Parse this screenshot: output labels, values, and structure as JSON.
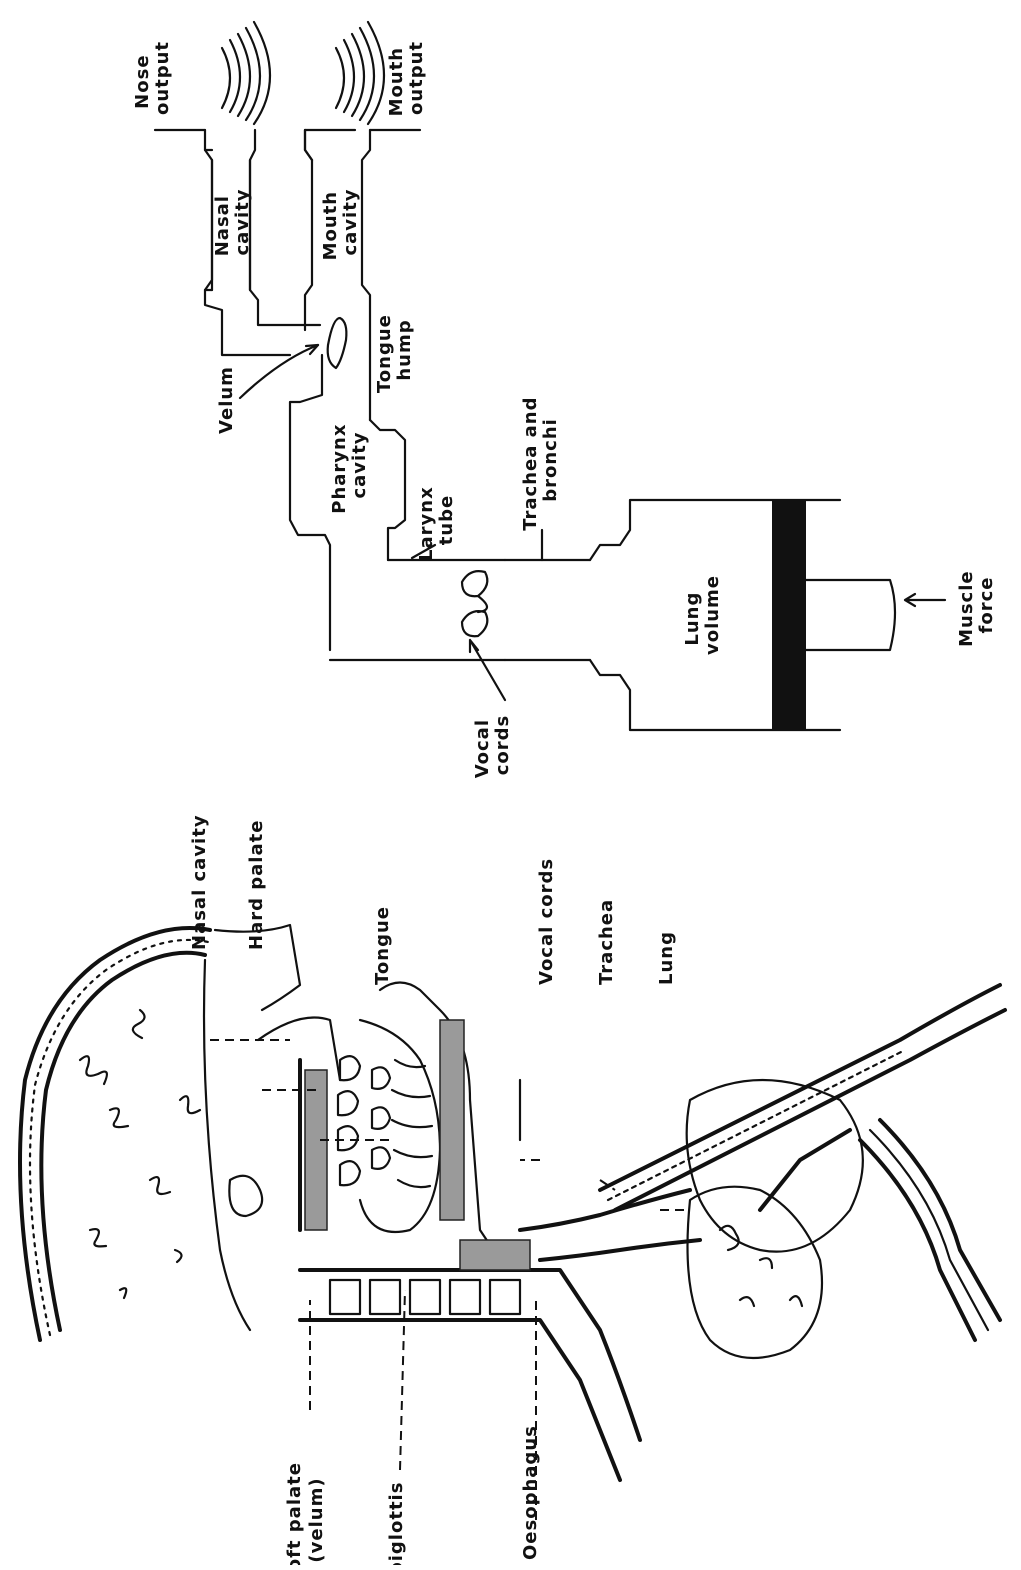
{
  "model": {
    "nose_output": [
      "Nose",
      "output"
    ],
    "mouth_output": [
      "Mouth",
      "output"
    ],
    "nasal_cavity": [
      "Nasal",
      "cavity"
    ],
    "mouth_cavity": [
      "Mouth",
      "cavity"
    ],
    "tongue_hump": [
      "Tongue",
      "hump"
    ],
    "velum": "Velum",
    "pharynx_cavity": [
      "Pharynx",
      "cavity"
    ],
    "trachea_bronchi": [
      "Trachea and",
      "bronchi"
    ],
    "larynx_tube": [
      "Larynx",
      "tube"
    ],
    "lung_volume": [
      "Lung",
      "volume"
    ],
    "muscle_force": [
      "Muscle",
      "force"
    ],
    "vocal_cords": [
      "Vocal",
      "cords"
    ]
  },
  "anatomy": {
    "nasal_cavity": "Nasal cavity",
    "hard_palate": "Hard palate",
    "tongue": "Tongue",
    "vocal_cords": "Vocal cords",
    "trachea": "Trachea",
    "lung": "Lung",
    "soft_palate": [
      "Soft palate",
      "(velum)"
    ],
    "epiglottis": "Epiglottis",
    "oesophagus": "Oesophagus"
  }
}
